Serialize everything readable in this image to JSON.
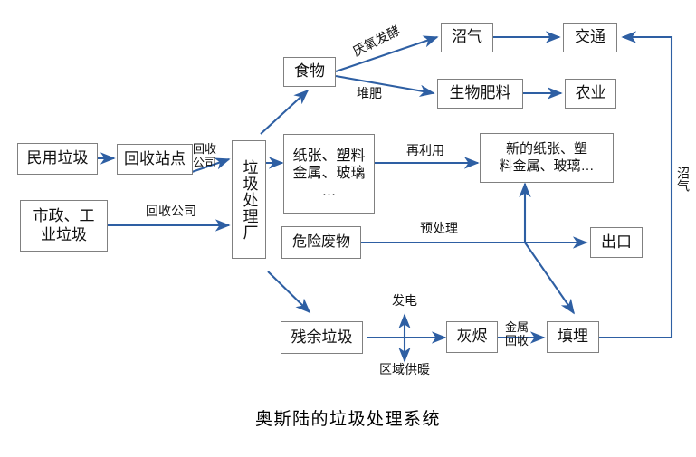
{
  "diagram": {
    "caption": "奥斯陆的垃圾处理系统",
    "accent_color": "#2e5fa3",
    "box_border_color": "#808080",
    "text_color": "#111111",
    "nodes": [
      {
        "id": "domestic_waste",
        "label": "民用垃圾"
      },
      {
        "id": "recycling_station",
        "label": "回收站点"
      },
      {
        "id": "municipal_waste",
        "label": "市政、工\n业垃圾"
      },
      {
        "id": "treatment_plant",
        "label": "垃圾处理厂"
      },
      {
        "id": "food",
        "label": "食物"
      },
      {
        "id": "biogas",
        "label": "沼气"
      },
      {
        "id": "biofertilizer",
        "label": "生物肥料"
      },
      {
        "id": "transport",
        "label": "交通"
      },
      {
        "id": "agriculture",
        "label": "农业"
      },
      {
        "id": "recyclables",
        "label": "纸张、塑料\n金属、玻璃\n…"
      },
      {
        "id": "new_materials",
        "label": "新的纸张、塑\n料金属、玻璃…"
      },
      {
        "id": "hazardous_waste",
        "label": "危险废物"
      },
      {
        "id": "export",
        "label": "出口"
      },
      {
        "id": "residual_waste",
        "label": "残余垃圾"
      },
      {
        "id": "ash",
        "label": "灰烬"
      },
      {
        "id": "landfill",
        "label": "填埋"
      }
    ],
    "edge_labels": [
      {
        "id": "recycle_company_1",
        "text": "回收\n公司"
      },
      {
        "id": "recycle_company_2",
        "text": "回收公司"
      },
      {
        "id": "anaerobic",
        "text": "厌氧发酵"
      },
      {
        "id": "compost",
        "text": "堆肥"
      },
      {
        "id": "reuse",
        "text": "再利用"
      },
      {
        "id": "pretreatment",
        "text": "预处理"
      },
      {
        "id": "power_generation",
        "text": "发电"
      },
      {
        "id": "district_heating",
        "text": "区域供暖"
      },
      {
        "id": "metal_recovery",
        "text": "金属\n回收"
      },
      {
        "id": "biogas_return",
        "text": "沼气"
      }
    ]
  }
}
